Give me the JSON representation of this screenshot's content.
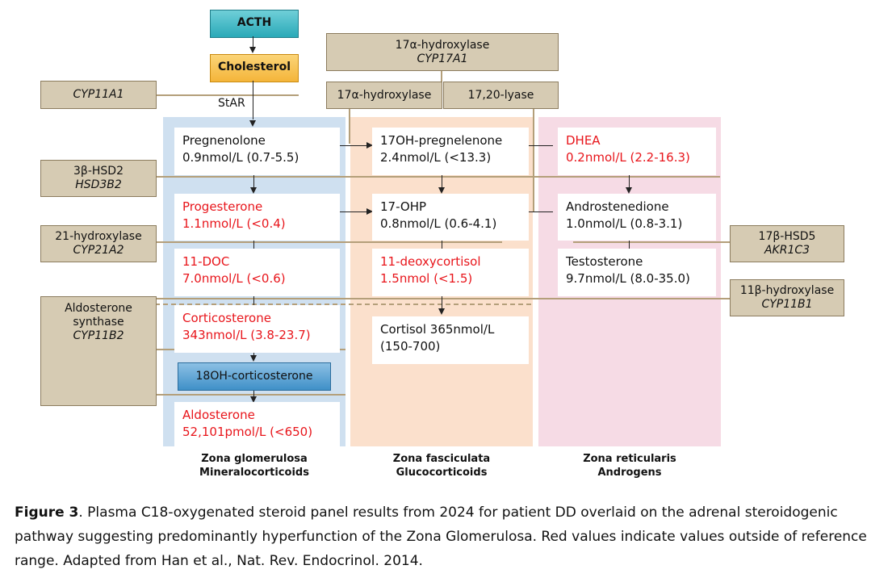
{
  "top": {
    "acth": "ACTH",
    "cholesterol": "Cholesterol",
    "star": "StAR"
  },
  "enzymes": {
    "cyp11a1": {
      "gene": "CYP11A1"
    },
    "hsd3b2": {
      "name": "3β-HSD2",
      "gene": "HSD3B2"
    },
    "cyp21a2": {
      "name": "21-hydroxylase",
      "gene": "CYP21A2"
    },
    "cyp11b2": {
      "name": "Aldosterone synthase",
      "gene": "CYP11B2"
    },
    "cyp17a1": {
      "name": "17α-hydroxylase",
      "gene": "CYP17A1"
    },
    "cyp17_hydroxylase": {
      "name": "17α-hydroxylase"
    },
    "cyp17_lyase": {
      "name": "17,20-lyase"
    },
    "akr1c3": {
      "name": "17β-HSD5",
      "gene": "AKR1C3"
    },
    "cyp11b1": {
      "name": "11β-hydroxylase",
      "gene": "CYP11B1"
    }
  },
  "steroids": {
    "pregnenolone": {
      "name": "Pregnenolone",
      "value": "0.9nmol/L (0.7-5.5)"
    },
    "progesterone": {
      "name": "Progesterone",
      "value": "1.1nmol/L (<0.4)"
    },
    "doc": {
      "name": "11-DOC",
      "value": "7.0nmol/L (<0.6)"
    },
    "corticosterone": {
      "name": "Corticosterone",
      "value": "343nmol/L (3.8-23.7)"
    },
    "oh_corticosterone": {
      "name": "18OH-corticosterone"
    },
    "aldosterone": {
      "name": "Aldosterone",
      "value": "52,101pmol/L (<650)"
    },
    "oh_pregnenolone": {
      "name": "17OH-pregnelenone",
      "value": "2.4nmol/L (<13.3)"
    },
    "ohp": {
      "name": "17-OHP",
      "value": "0.8nmol/L (0.6-4.1)"
    },
    "deoxycortisol": {
      "name": "11-deoxycortisol",
      "value": "1.5nmol (<1.5)"
    },
    "cortisol": {
      "name": "Cortisol 365nmol/L",
      "value": "(150-700)"
    },
    "dhea": {
      "name": "DHEA",
      "value": "0.2nmol/L (2.2-16.3)"
    },
    "androstenedione": {
      "name": "Androstenedione",
      "value": "1.0nmol/L (0.8-3.1)"
    },
    "testosterone": {
      "name": "Testosterone",
      "value": "9.7nmol/L (8.0-35.0)"
    }
  },
  "zones": {
    "glomerulosa": {
      "name": "Zona glomerulosa",
      "type": "Mineralocorticoids"
    },
    "fasciculata": {
      "name": "Zona fasciculata",
      "type": "Glucocorticoids"
    },
    "reticularis": {
      "name": "Zona reticularis",
      "type": "Androgens"
    }
  },
  "caption": {
    "label": "Figure 3",
    "text": ". Plasma C18-oxygenated steroid panel results from 2024 for patient DD overlaid on the adrenal steroidogenic pathway suggesting predominantly hyperfunction of the Zona Glomerulosa. Red values indicate values outside of reference range. Adapted from Han et al., Nat. Rev. Endocrinol. 2014."
  },
  "colors": {
    "abnormal": "#e8151b",
    "enzyme_fill": "#d6cbb3",
    "zone_glomerulosa": "#cfe0f0",
    "zone_fasciculata": "#fbe0cc",
    "zone_reticularis": "#f6dbe5",
    "acth_fill": "#2aa9b8",
    "cholesterol_fill": "#f4b53a",
    "oh_corticosterone_fill": "#3f90c8"
  }
}
